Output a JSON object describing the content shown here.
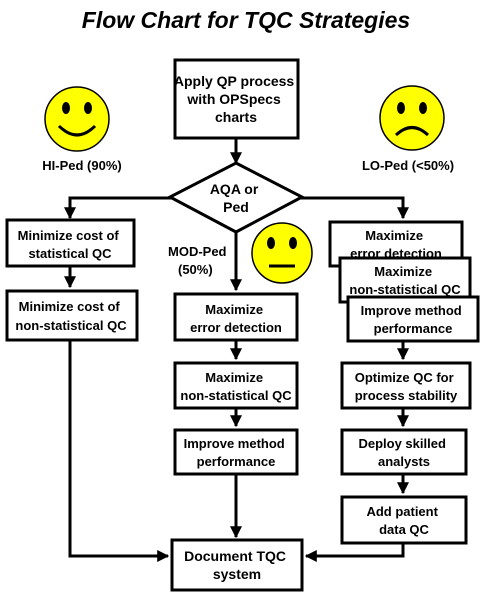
{
  "title": "Flow Chart for TQC Strategies",
  "faces": {
    "hi": {
      "label": "HI-Ped (90%)",
      "mood": "smile",
      "color": "#ffff00"
    },
    "lo": {
      "label": "LO-Ped (<50%)",
      "mood": "frown",
      "color": "#ffff00"
    },
    "mod": {
      "label_line1": "MOD-Ped",
      "label_line2": "(50%)",
      "mood": "neutral",
      "color": "#ffff00"
    }
  },
  "nodes": {
    "apply_qp": [
      "Apply QP process",
      "with OPSpecs",
      "charts"
    ],
    "decision": [
      "AQA or",
      "Ped"
    ],
    "hi_minimize_stat": [
      "Minimize cost of",
      "statistical QC"
    ],
    "hi_minimize_nonstat": [
      "Minimize cost of",
      "non-statistical QC"
    ],
    "mod_max_error": [
      "Maximize",
      "error detection"
    ],
    "mod_max_nonstat": [
      "Maximize",
      "non-statistical QC"
    ],
    "mod_improve": [
      "Improve method",
      "performance"
    ],
    "lo_max_error": [
      "Maximize",
      "error detection"
    ],
    "lo_max_nonstat": [
      "Maximize",
      "non-statistical QC"
    ],
    "lo_improve": [
      "Improve method",
      "performance"
    ],
    "lo_optimize": [
      "Optimize QC for",
      "process stability"
    ],
    "lo_deploy": [
      "Deploy skilled",
      "analysts"
    ],
    "lo_patient": [
      "Add patient",
      "data QC"
    ],
    "document": [
      "Document TQC",
      "system"
    ]
  }
}
